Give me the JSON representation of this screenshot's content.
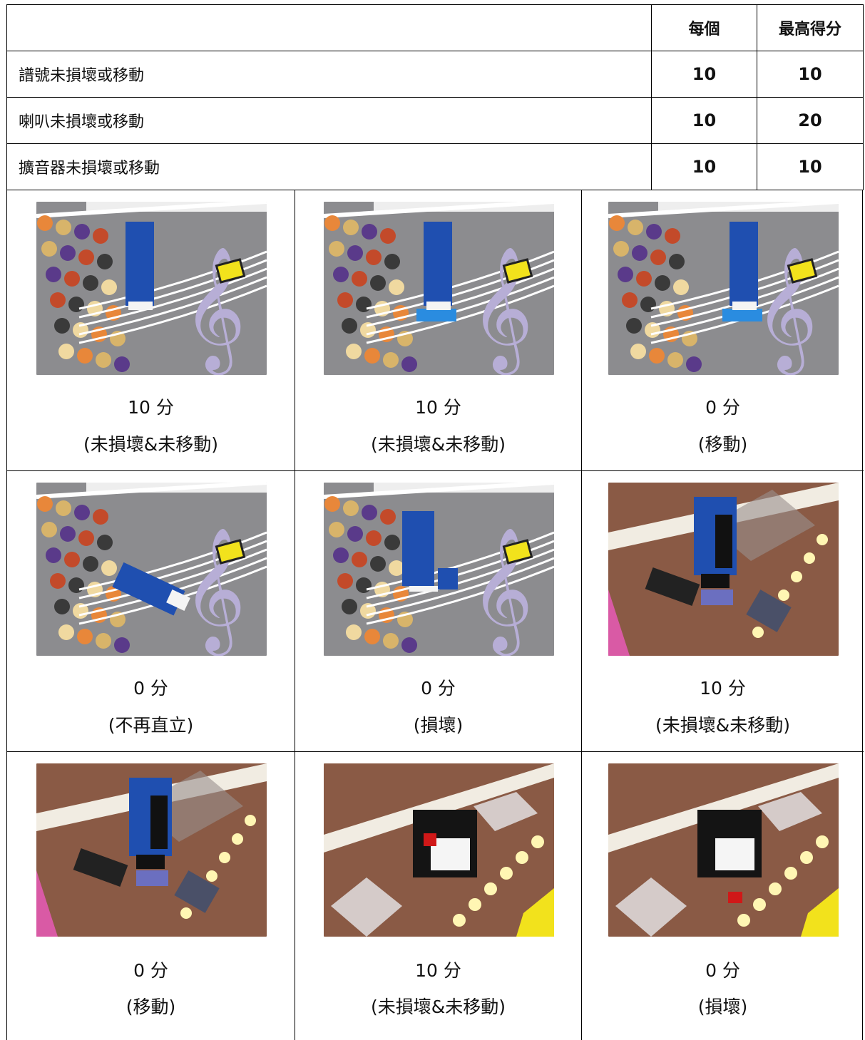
{
  "table": {
    "headers": [
      "",
      "每個",
      "最高得分"
    ],
    "rows": [
      {
        "item": "譜號未損壞或移動",
        "each": "10",
        "max": "10"
      },
      {
        "item": "喇叭未損壞或移動",
        "each": "10",
        "max": "20"
      },
      {
        "item": "擴音器未損壞或移動",
        "each": "10",
        "max": "10"
      }
    ]
  },
  "photos": [
    {
      "scene": "clef",
      "state": "upright",
      "score": "10 分",
      "note": "(未損壞&未移動)"
    },
    {
      "scene": "clef",
      "state": "upright-on-mark",
      "score": "10 分",
      "note": "(未損壞&未移動)"
    },
    {
      "scene": "clef",
      "state": "moved",
      "score": "0 分",
      "note": "(移動)"
    },
    {
      "scene": "clef",
      "state": "fallen",
      "score": "0 分",
      "note": "(不再直立)"
    },
    {
      "scene": "clef",
      "state": "broken",
      "score": "0 分",
      "note": "(損壞)"
    },
    {
      "scene": "speaker",
      "state": "on-mark",
      "score": "10 分",
      "note": "(未損壞&未移動)"
    },
    {
      "scene": "speaker",
      "state": "moved",
      "score": "0 分",
      "note": "(移動)"
    },
    {
      "scene": "amplifier",
      "state": "intact",
      "score": "10 分",
      "note": "(未損壞&未移動)"
    },
    {
      "scene": "amplifier",
      "state": "broken",
      "score": "0 分",
      "note": "(損壞)"
    }
  ],
  "colors": {
    "mat_gray": "#8c8c8f",
    "stage_brown": "#8a5a45",
    "lego_blue": "#1f4fb0",
    "clef_lilac": "#b7aed6",
    "yellow": "#f2e21c"
  }
}
